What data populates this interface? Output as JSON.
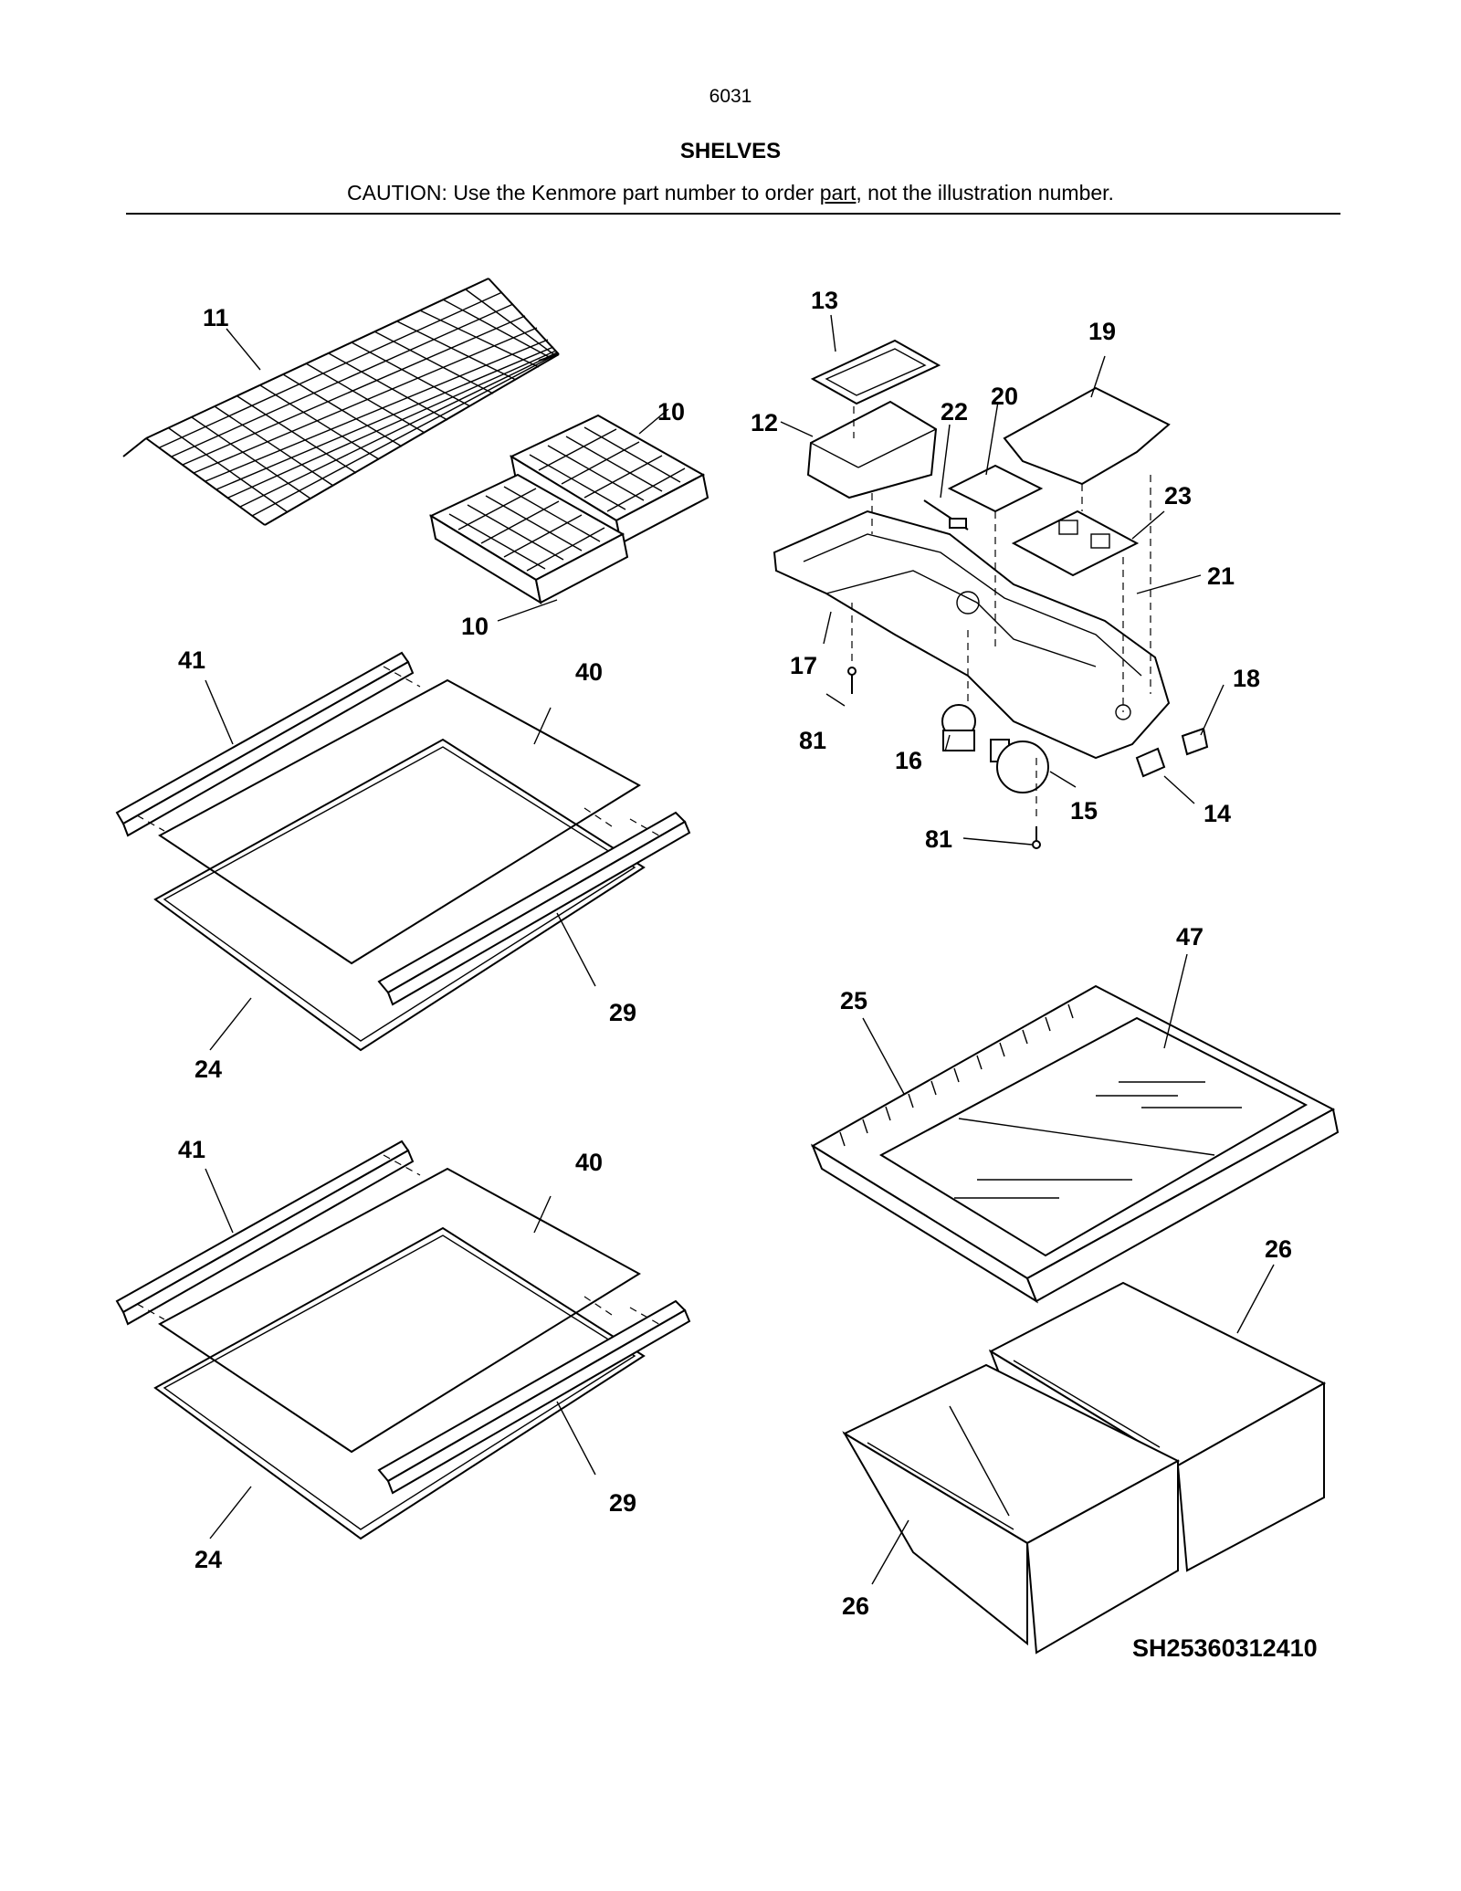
{
  "header": {
    "page_number": "6031",
    "title": "SHELVES",
    "caution_before": "CAUTION: Use the Kenmore part number to order ",
    "caution_underlined": "part",
    "caution_after": ", not the illustration number."
  },
  "diagram_code": "SH25360312410",
  "callouts": {
    "c10a": "10",
    "c10b": "10",
    "c11": "11",
    "c12": "12",
    "c13": "13",
    "c14": "14",
    "c15": "15",
    "c16": "16",
    "c17": "17",
    "c18": "18",
    "c19": "19",
    "c20": "20",
    "c21": "21",
    "c22": "22",
    "c23": "23",
    "c81a": "81",
    "c81b": "81",
    "c41a": "41",
    "c40a": "40",
    "c29a": "29",
    "c24a": "24",
    "c41b": "41",
    "c40b": "40",
    "c29b": "29",
    "c24b": "24",
    "c25": "25",
    "c47": "47",
    "c26a": "26",
    "c26b": "26"
  }
}
